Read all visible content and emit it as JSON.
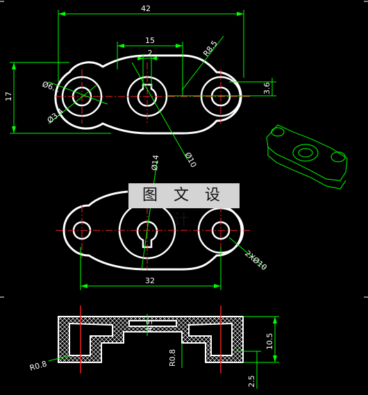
{
  "banner": "图 文 设 计",
  "colors": {
    "background": "#000000",
    "outline": "#ffffff",
    "dimension": "#00ff00",
    "center": "#ff0000"
  },
  "top_view": {
    "overall_width": "42",
    "center_distance": "15",
    "key_width": "2",
    "outer_radius": "R8.5",
    "hole_dia_small": "Ø6.1",
    "hole_dia_inner": "Ø3.4",
    "slot_height": "3.6",
    "height": "17",
    "boss_dia": "Ø10"
  },
  "middle_view": {
    "hub_dia": "Ø14",
    "holes": "2XØ10",
    "span": "32"
  },
  "section_view": {
    "depth": "4.5",
    "fillet_left": "R0.8",
    "fillet_right": "R0.8",
    "height": "10.5",
    "base": "2.5"
  }
}
